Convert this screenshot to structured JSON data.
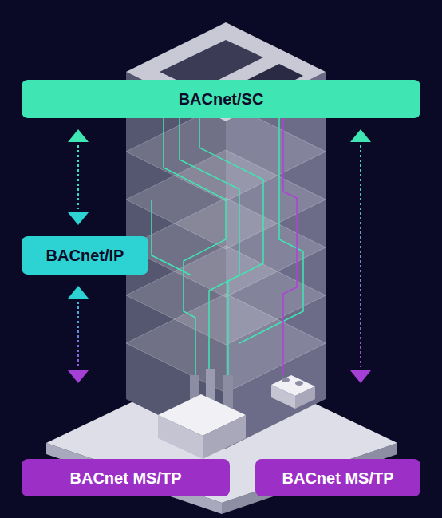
{
  "diagram": {
    "nodes": [
      {
        "text": [
          "BACnet/SC"
        ]
      },
      {
        "text": [
          "BACnet/IP"
        ]
      },
      {
        "text": [
          "BACnet MS/TP"
        ]
      },
      {
        "text": [
          "BACnet MS/TP"
        ]
      }
    ],
    "edges": [
      {
        "from": 0,
        "to": 1,
        "arrow": "both"
      },
      {
        "from": 1,
        "to": 2,
        "arrow": "both"
      },
      {
        "from": 0,
        "to": 3,
        "arrow": "both"
      }
    ]
  }
}
